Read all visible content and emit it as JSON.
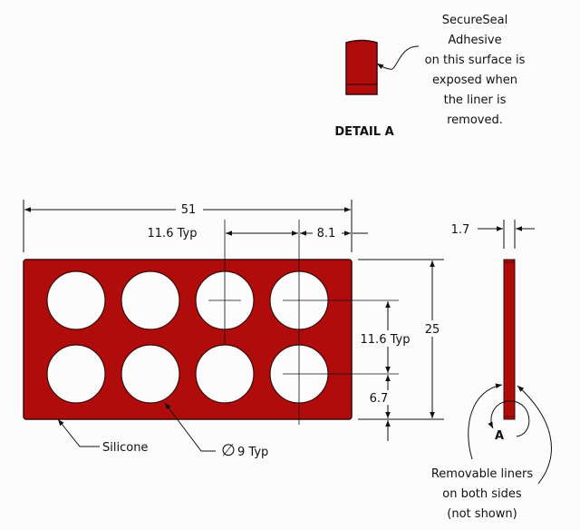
{
  "colors": {
    "silicone": "#b00c0c",
    "outline": "#3a0a0a",
    "ink": "#111111"
  },
  "detail": {
    "title": "DETAIL A",
    "note_lines": [
      "SecureSeal",
      "Adhesive",
      "on this surface is",
      "exposed when",
      "the liner is",
      "removed."
    ]
  },
  "dimensions": {
    "overall_width": "51",
    "hole_pitch_horizontal": "11.6 Typ",
    "edge_to_hole_horizontal": "8.1",
    "thickness": "1.7",
    "hole_pitch_vertical": "11.6 Typ",
    "overall_height": "25",
    "edge_to_hole_vertical": "6.7",
    "hole_diameter_symbol": "∅",
    "hole_diameter": "9 Typ"
  },
  "labels": {
    "material": "Silicone",
    "detail_marker": "A",
    "liner_note_lines": [
      "Removable liners",
      "on both sides",
      "(not shown)"
    ]
  }
}
